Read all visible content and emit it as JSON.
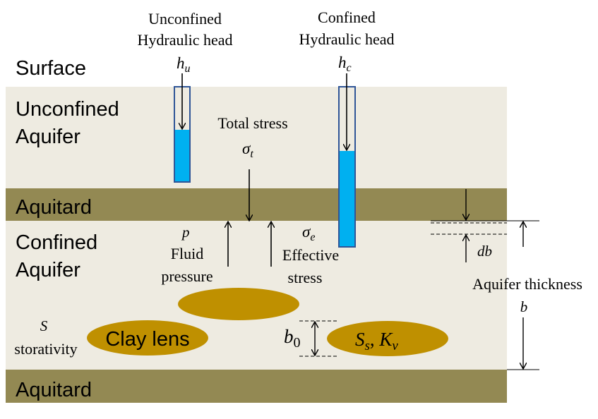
{
  "labels": {
    "surface": "Surface",
    "unconfined_aquifer_line1": "Unconfined",
    "unconfined_aquifer_line2": "Aquifer",
    "aquitard_top": "Aquitard",
    "confined_aquifer_line1": "Confined",
    "confined_aquifer_line2": "Aquifer",
    "aquitard_bottom": "Aquitard",
    "clay_lens": "Clay lens"
  },
  "wells": {
    "unconfined": {
      "title_line1": "Unconfined",
      "title_line2": "Hydraulic head",
      "symbol": "h",
      "subscript": "u"
    },
    "confined": {
      "title_line1": "Confined",
      "title_line2": "Hydraulic head",
      "symbol": "h",
      "subscript": "c"
    }
  },
  "stresses": {
    "total_line1": "Total stress",
    "total_symbol": "σ",
    "total_subscript": "t",
    "pressure_symbol": "p",
    "fluid_line1": "Fluid",
    "fluid_line2": "pressure",
    "effective_symbol": "σ",
    "effective_subscript": "e",
    "effective_line1": "Effective",
    "effective_line2": "stress"
  },
  "parameters": {
    "storativity_symbol": "S",
    "storativity_label": "storativity",
    "lens_thickness_symbol": "b",
    "lens_thickness_subscript": "0",
    "specific_storage_symbol": "S",
    "specific_storage_subscript": "s",
    "conductivity_symbol": "K",
    "conductivity_subscript": "v",
    "compaction_symbol": "db",
    "thickness_label": "Aquifer thickness",
    "thickness_symbol": "b"
  },
  "colors": {
    "aquifer": "#eeebe1",
    "aquitard": "#938953",
    "clay": "#bf9000",
    "water": "#00b0f0",
    "well_outline": "#2f5597",
    "ink": "#000000"
  }
}
